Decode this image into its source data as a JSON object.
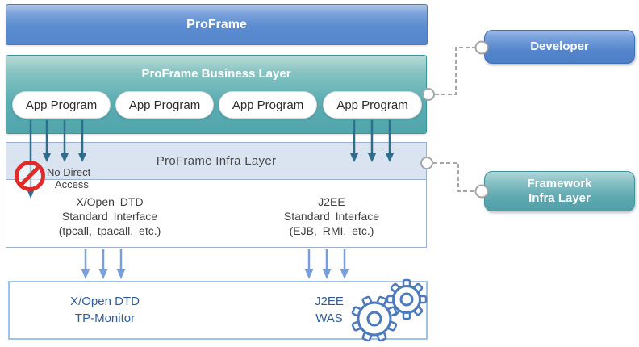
{
  "title_bar": {
    "label": "ProFrame"
  },
  "business_layer": {
    "title": "ProFrame Business Layer",
    "app_programs": [
      {
        "label": "App Program"
      },
      {
        "label": "App Program"
      },
      {
        "label": "App Program"
      },
      {
        "label": "App Program"
      }
    ]
  },
  "infra_layer": {
    "title": "ProFrame Infra Layer",
    "no_access_line1": "No Direct",
    "no_access_line2": "Access",
    "xopen_interface": {
      "lines": [
        "X/Open DTD",
        "Standard Interface",
        "(tpcall, tpacall, etc.)"
      ]
    },
    "j2ee_interface": {
      "lines": [
        "J2EE",
        "Standard Interface",
        "(EJB, RMI, etc.)"
      ]
    }
  },
  "runtime_layer": {
    "xopen": {
      "lines": [
        "X/Open DTD",
        "TP-Monitor"
      ]
    },
    "j2ee": {
      "lines": [
        "J2EE",
        "WAS"
      ]
    }
  },
  "annotations": {
    "developer": "Developer",
    "framework_line1": "Framework",
    "framework_line2": "Infra Layer"
  },
  "icons": [
    "no-entry-icon",
    "gears-icon"
  ],
  "colors": {
    "top_bar_blue": "#5b8bd0",
    "business_teal": "#57abb0",
    "infra_header_blue": "#dae4f1",
    "infra_border": "#9ab0cc",
    "runtime_border": "#9dc3e6",
    "arrow_dark": "#2e6d8e",
    "arrow_light": "#769fdb",
    "prohibit_red": "#e02b2b",
    "runtime_text_blue": "#2f5d9a",
    "gear_blue": "#4d79bd",
    "connector_gray": "#a6a6a6"
  }
}
